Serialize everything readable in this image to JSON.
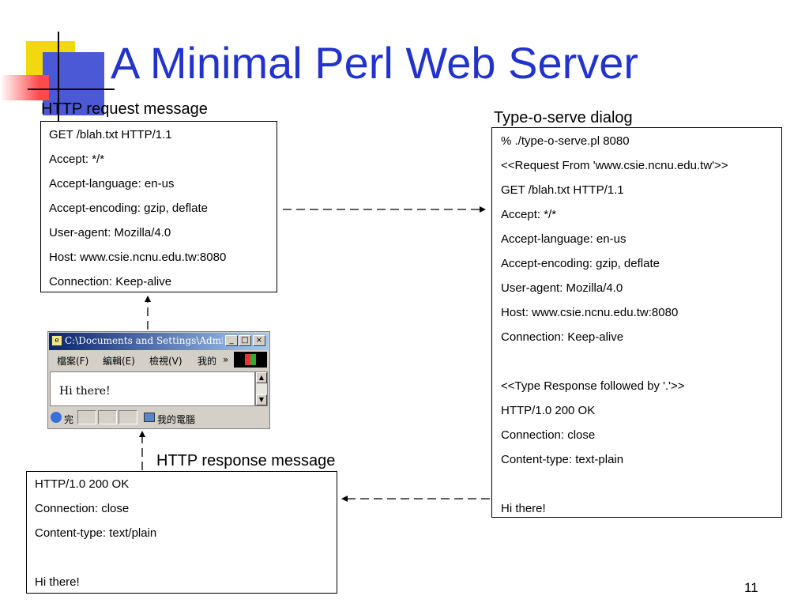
{
  "title": "A Minimal Perl Web Server",
  "request": {
    "label": "HTTP request message",
    "lines": [
      "GET /blah.txt HTTP/1.1",
      "Accept: */*",
      "Accept-language: en-us",
      "Accept-encoding: gzip, deflate",
      "User-agent: Mozilla/4.0",
      "Host: www.csie.ncnu.edu.tw:8080",
      "Connection: Keep-alive"
    ]
  },
  "dialog": {
    "label": "Type-o-serve dialog",
    "lines": [
      "% ./type-o-serve.pl 8080",
      "<<Request From 'www.csie.ncnu.edu.tw'>>",
      "GET /blah.txt HTTP/1.1",
      "Accept: */*",
      "Accept-language: en-us",
      "Accept-encoding: gzip, deflate",
      "User-agent: Mozilla/4.0",
      "Host: www.csie.ncnu.edu.tw:8080",
      "Connection: Keep-alive",
      "",
      "<<Type Response followed by '.'>>",
      "HTTP/1.0 200 OK",
      "Connection: close",
      "Content-type: text-plain",
      "",
      "Hi there!"
    ]
  },
  "response": {
    "label": "HTTP response message",
    "lines": [
      "HTTP/1.0 200 OK",
      "Connection: close",
      "Content-type: text/plain",
      "",
      "Hi there!"
    ]
  },
  "browser": {
    "window_title": "C:\\Documents and Settings\\Administr...",
    "menu": [
      "檔案(F)",
      "編輯(E)",
      "檢視(V)",
      "我的",
      "»"
    ],
    "content": "Hi there!",
    "status_done": "完",
    "status_zone": "我的電腦"
  },
  "page_number": "11",
  "colors": {
    "title": "#2233cc",
    "accent_yellow": "#f4d80e",
    "accent_blue": "#4b59d6",
    "accent_red": "#ff4a4a"
  }
}
